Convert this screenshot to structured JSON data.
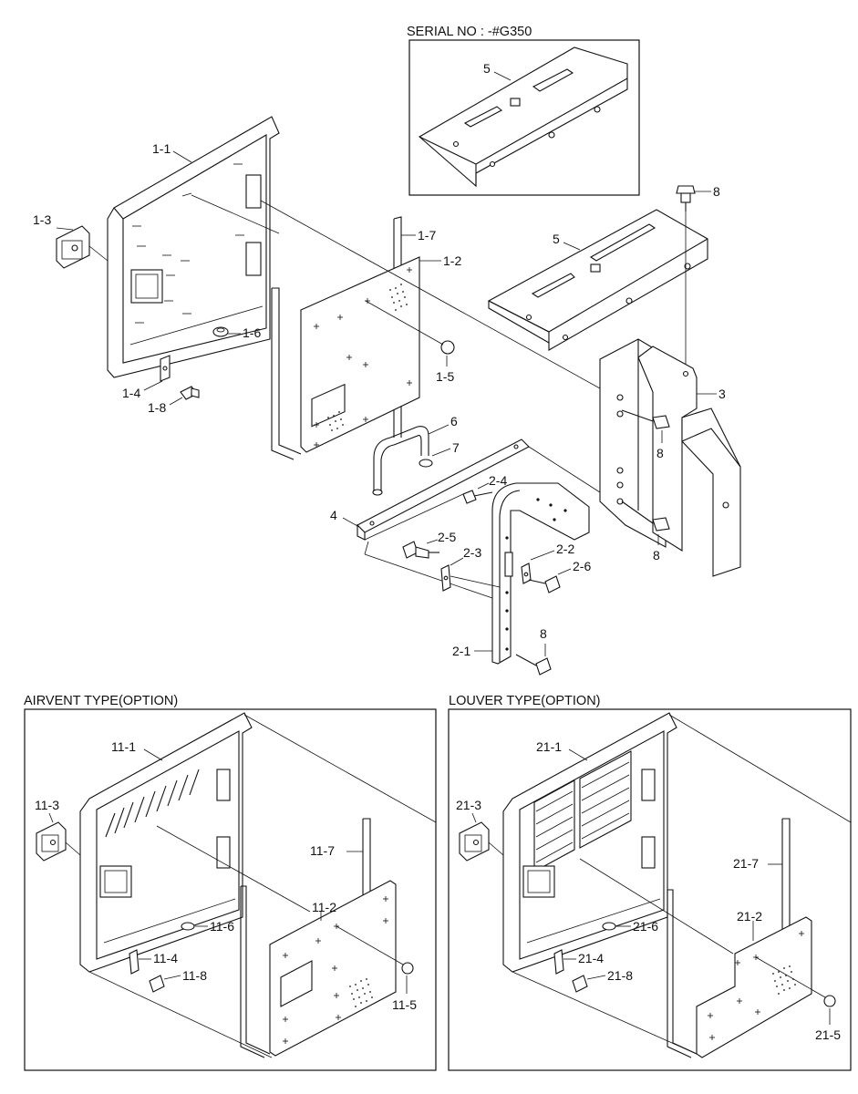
{
  "headers": {
    "serial": "SERIAL NO : -#G350",
    "airvent": "AIRVENT TYPE(OPTION)",
    "louver": "LOUVER TYPE(OPTION)"
  },
  "labels": {
    "serial_5": "5",
    "l_1_1": "1-1",
    "l_1_2": "1-2",
    "l_1_3": "1-3",
    "l_1_4": "1-4",
    "l_1_5": "1-5",
    "l_1_6": "1-6",
    "l_1_7": "1-7",
    "l_1_8": "1-8",
    "l_5": "5",
    "l_8a": "8",
    "l_3": "3",
    "l_8b": "8",
    "l_8c": "8",
    "l_6": "6",
    "l_7": "7",
    "l_4": "4",
    "l_2_4": "2-4",
    "l_2_5": "2-5",
    "l_2_3": "2-3",
    "l_2_2": "2-2",
    "l_2_6": "2-6",
    "l_8d": "8",
    "l_2_1": "2-1",
    "l_11_1": "11-1",
    "l_11_3": "11-3",
    "l_11_7": "11-7",
    "l_11_2": "11-2",
    "l_11_6": "11-6",
    "l_11_4": "11-4",
    "l_11_8": "11-8",
    "l_11_5": "11-5",
    "l_21_1": "21-1",
    "l_21_3": "21-3",
    "l_21_7": "21-7",
    "l_21_2": "21-2",
    "l_21_6": "21-6",
    "l_21_4": "21-4",
    "l_21_8": "21-8",
    "l_21_5": "21-5"
  }
}
